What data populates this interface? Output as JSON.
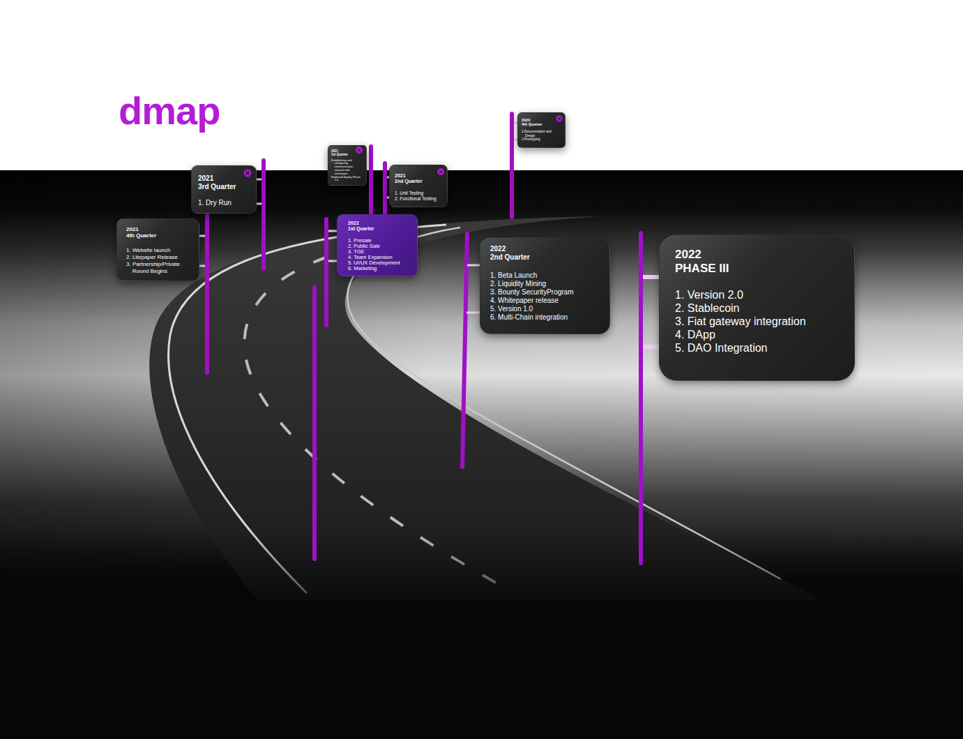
{
  "diagram": {
    "title": "dmap",
    "nodes": [
      {
        "text": [
          "2020",
          "4th Quarter",
          "1.Documentation and Design",
          "2.Prototyping"
        ]
      },
      {
        "text": [
          "2021",
          "1st Quarter",
          "Establishing and configuring communication channel with exchanges",
          "Build and deploy Phase 1.0"
        ]
      },
      {
        "text": [
          "2021",
          "2nd Quarter",
          "1. Unit Testing",
          "2. Functional Testing"
        ]
      },
      {
        "text": [
          "2021",
          "3rd Quarter",
          "1. Dry Run"
        ]
      },
      {
        "text": [
          "2021",
          "4th Quarter",
          "1. Website launch",
          "2. Litepaper Release",
          "3. Partnership/Private Round Begins"
        ]
      },
      {
        "text": [
          "2022",
          "1st Quarter",
          "1. Presale",
          "2. Public Sale",
          "3. TGE",
          "4. Team Expansion",
          "5. UI/UX Development",
          "6. Marketing"
        ]
      },
      {
        "text": [
          "2022",
          "2nd Quarter",
          "1. Beta Launch",
          "2. Liquidity Mining",
          "3. Bounty SecurityProgram",
          "4. Whitepaper release",
          "5. Version 1.0",
          "6. Multi-Chain integration"
        ]
      },
      {
        "text": [
          "2022",
          "PHASE III",
          "1. Version 2.0",
          "2. Stablecoin",
          "3. Fiat gateway integration",
          "4. DApp",
          "5. DAO Integration"
        ]
      }
    ]
  }
}
